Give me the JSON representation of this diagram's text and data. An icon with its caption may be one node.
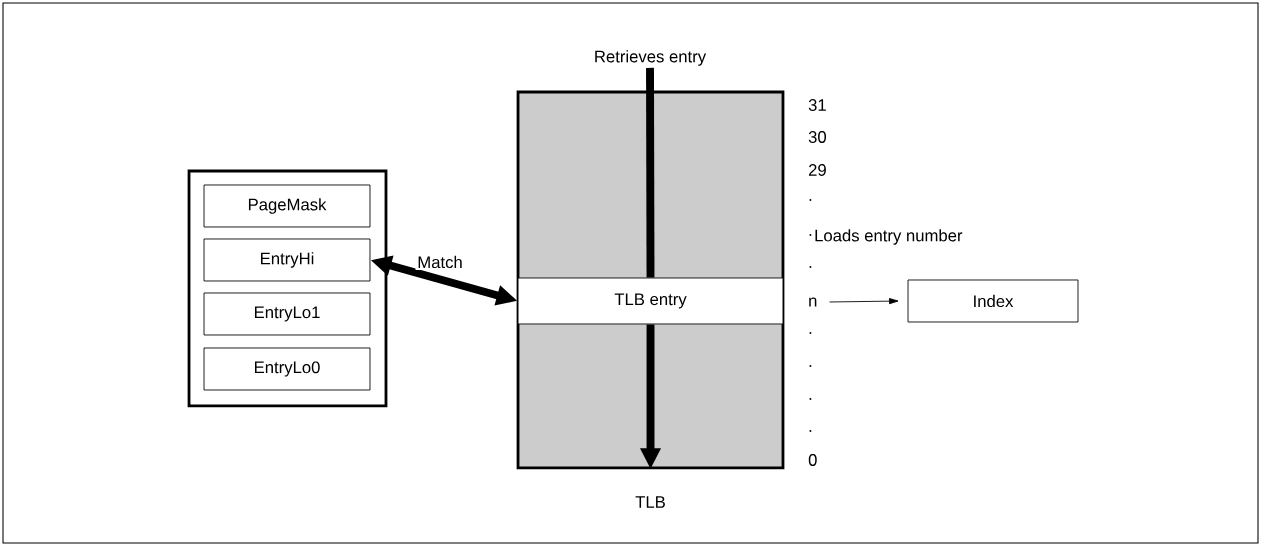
{
  "diagram": {
    "nodes": [
      {
        "text": [],
        "shape": "box"
      },
      {
        "text": [
          "PageMask"
        ],
        "in": 0
      },
      {
        "text": [
          "EntryHi"
        ],
        "in": 0
      },
      {
        "text": [
          "EntryLo1"
        ],
        "in": 0
      },
      {
        "text": [
          "EntryLo0"
        ],
        "in": 0
      },
      {
        "text": [
          "TLB"
        ]
      },
      {
        "text": [
          "TLB entry"
        ],
        "in": 5
      },
      {
        "text": [
          "Index"
        ]
      },
      {
        "text": [
          "n"
        ]
      },
      {
        "text": [
          "Retrieves entry"
        ]
      }
    ],
    "edges": [
      {
        "from": 2,
        "to": 6,
        "arrow": "both",
        "label": "Match"
      },
      {
        "from": 8,
        "to": 7,
        "arrow": "to"
      },
      {
        "from": 9,
        "to": 6,
        "arrow": "none"
      },
      {
        "from": 6,
        "to": 5,
        "arrow": "to"
      }
    ],
    "labels": [
      "31",
      "30",
      "29",
      ".",
      ".",
      "Loads entry number",
      ".",
      ".",
      ".",
      ".",
      ".",
      "0"
    ]
  }
}
